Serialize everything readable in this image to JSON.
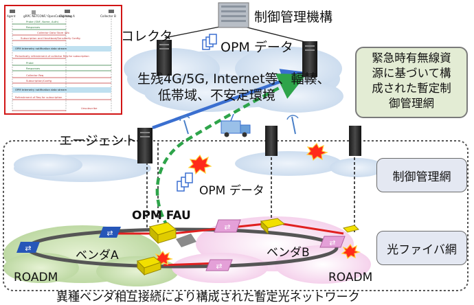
{
  "labels": {
    "control_org": "制御管理機構",
    "collector": "コレクタ",
    "opm_data_top": "OPM データ",
    "opm_data_mid": "OPM データ",
    "network_desc_line1": "生残4G/5G, Internet等、輻輳、",
    "network_desc_line2": "低帯域、不安定環境",
    "agent": "エージェント",
    "opm_fau": "OPM FAU",
    "vendor_a": "ベンダA",
    "vendor_b": "ベンダB",
    "roadm_left": "ROADM",
    "roadm_right": "ROADM",
    "control_network": "制御管理網",
    "fiber_network": "光ファイバ網",
    "emergency_lines": [
      "緊急時有無線資",
      "源に基づいて構",
      "成された暫定制",
      "御管理網"
    ],
    "caption": "異種ベンダ相互接続により構成された暫定光ネットワーク"
  },
  "sequence_diagram": {
    "participants": [
      "Agent",
      "gRPC NETCONF/ OpenConfig Yang",
      "Collector A",
      "Collector B"
    ],
    "messages": [
      "Probe (SNF, Name, Auth)",
      "Responses",
      "Collector Data Store Info",
      "Subscription and Heartbeat/Sensitivity Config",
      "OPM telemetry notification data stream",
      "Periodically refreshment of collector Req for subscription",
      "Probe",
      "Responses",
      "Collector Req",
      "Subscription/Config",
      "OPM telemetry notification data stream",
      "Refreshment of Req for subscription",
      "Unsubscribe"
    ]
  },
  "colors": {
    "optical_red": "#e02020",
    "link_blue": "#3a6fd0",
    "opm_green": "#2ea44a",
    "pink_switch": "#e4a0d8",
    "blue_switch": "#2656b8",
    "yellow_fau": "#f2e000",
    "red_border": "#d11414"
  }
}
